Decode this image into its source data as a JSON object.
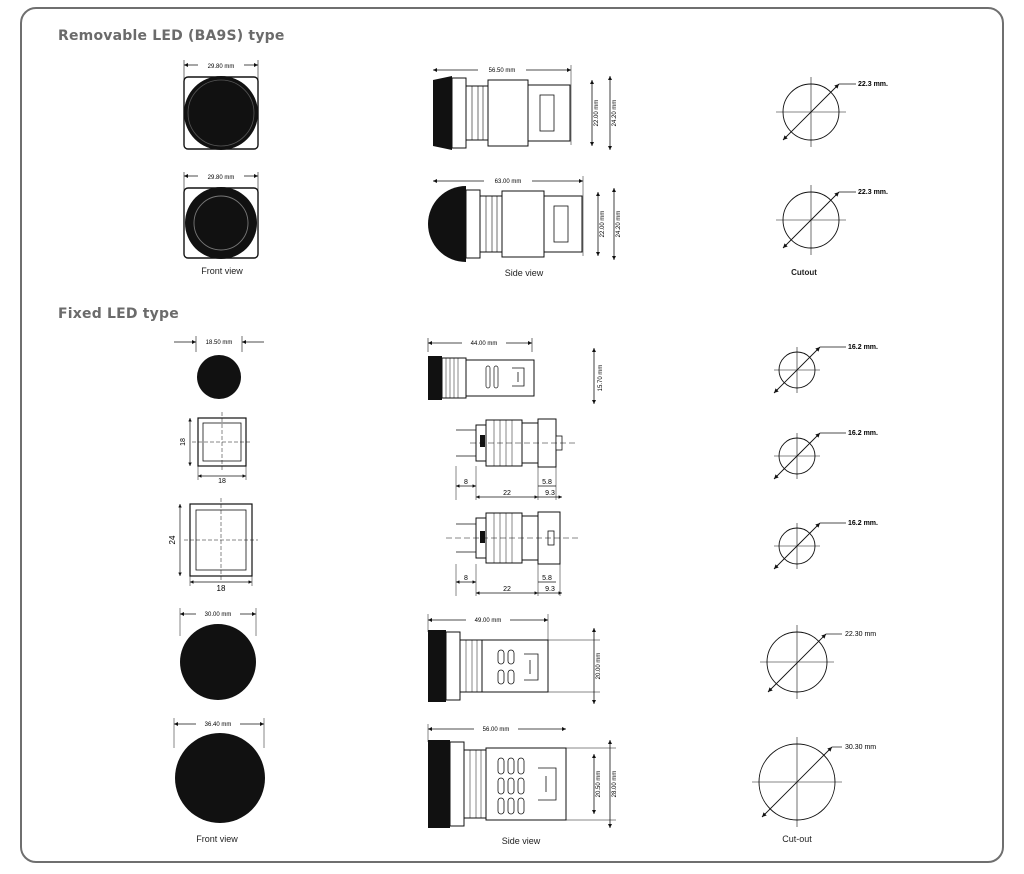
{
  "sections": {
    "removable": {
      "title": "Removable LED (BA9S) type"
    },
    "fixed": {
      "title": "Fixed LED type"
    }
  },
  "captions": {
    "front_view_1": "Front view",
    "side_view_1": "Side view",
    "cutout_1": "Cutout",
    "front_view_2": "Front view",
    "side_view_2": "Side view",
    "cutout_2": "Cut-out"
  },
  "dims": {
    "r1_front": "29.80 mm",
    "r1_side_len": "56.50 mm",
    "r1_side_h1": "22.00 mm",
    "r1_side_h2": "24.20 mm",
    "r1_cut": "22.3 mm.",
    "r2_front": "29.80 mm",
    "r2_side_len": "63.00 mm",
    "r2_side_h1": "22.00 mm",
    "r2_side_h2": "24.20 mm",
    "r2_cut": "22.3 mm.",
    "f1_front": "18.50 mm",
    "f1_side_len": "44.00 mm",
    "f1_side_h": "15.70 mm",
    "f1_cut": "16.2 mm.",
    "f2_w": "18",
    "f2_h": "18",
    "f2_a": "8",
    "f2_b": "22",
    "f2_c": "5.8",
    "f2_d": "9.3",
    "f2_cut": "16.2 mm.",
    "f3_w": "18",
    "f3_h": "24",
    "f3_a": "8",
    "f3_b": "22",
    "f3_c": "5.8",
    "f3_d": "9.3",
    "f3_cut": "16.2 mm.",
    "f4_front": "30.00 mm",
    "f4_side_len": "49.00 mm",
    "f4_side_h": "20.00 mm",
    "f4_cut": "22.30 mm",
    "f5_front": "36.40 mm",
    "f5_side_len": "56.00 mm",
    "f5_side_h1": "20.50 mm",
    "f5_side_h2": "28.00 mm",
    "f5_cut": "30.30 mm"
  }
}
